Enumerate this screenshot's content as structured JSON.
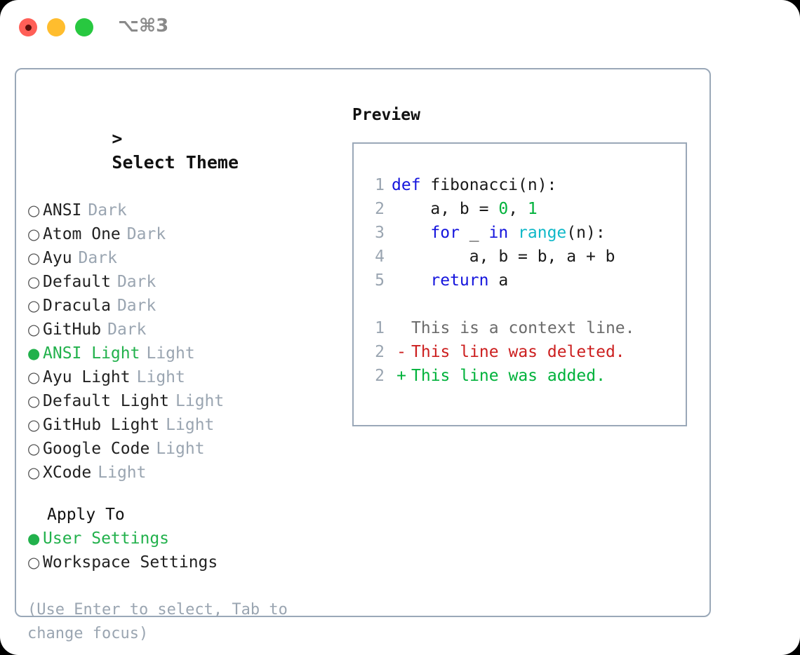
{
  "titlebar": {
    "shortcut": "⌥⌘3",
    "buttons": [
      {
        "name": "close",
        "color": "#ff5f57"
      },
      {
        "name": "minimize",
        "color": "#ffbd2e"
      },
      {
        "name": "maximize",
        "color": "#28c840"
      }
    ]
  },
  "theme_selector": {
    "heading_caret": ">",
    "heading": "Select Theme",
    "items": [
      {
        "bullet": "○",
        "label": "ANSI",
        "tag": "Dark",
        "selected": false
      },
      {
        "bullet": "○",
        "label": "Atom One",
        "tag": "Dark",
        "selected": false
      },
      {
        "bullet": "○",
        "label": "Ayu",
        "tag": "Dark",
        "selected": false
      },
      {
        "bullet": "○",
        "label": "Default",
        "tag": "Dark",
        "selected": false
      },
      {
        "bullet": "○",
        "label": "Dracula",
        "tag": "Dark",
        "selected": false
      },
      {
        "bullet": "○",
        "label": "GitHub",
        "tag": "Dark",
        "selected": false
      },
      {
        "bullet": "●",
        "label": "ANSI Light",
        "tag": "Light",
        "selected": true
      },
      {
        "bullet": "○",
        "label": "Ayu Light",
        "tag": "Light",
        "selected": false
      },
      {
        "bullet": "○",
        "label": "Default Light",
        "tag": "Light",
        "selected": false
      },
      {
        "bullet": "○",
        "label": "GitHub Light",
        "tag": "Light",
        "selected": false
      },
      {
        "bullet": "○",
        "label": "Google Code",
        "tag": "Light",
        "selected": false
      },
      {
        "bullet": "○",
        "label": "XCode",
        "tag": "Light",
        "selected": false
      }
    ]
  },
  "apply_to": {
    "heading": "Apply To",
    "items": [
      {
        "bullet": "●",
        "label": "User Settings",
        "selected": true
      },
      {
        "bullet": "○",
        "label": "Workspace Settings",
        "selected": false
      }
    ]
  },
  "hint": "(Use Enter to select, Tab to change focus)",
  "preview": {
    "title": "Preview",
    "code_lines": [
      {
        "num": "1",
        "tokens": [
          {
            "t": "def",
            "c": "kw"
          },
          {
            "t": " fibonacci(n):",
            "c": "id"
          }
        ]
      },
      {
        "num": "2",
        "tokens": [
          {
            "t": "    a, b = ",
            "c": "id"
          },
          {
            "t": "0",
            "c": "num"
          },
          {
            "t": ", ",
            "c": "id"
          },
          {
            "t": "1",
            "c": "num"
          }
        ]
      },
      {
        "num": "3",
        "tokens": [
          {
            "t": "    ",
            "c": "id"
          },
          {
            "t": "for",
            "c": "kw"
          },
          {
            "t": " _ ",
            "c": "id"
          },
          {
            "t": "in",
            "c": "kw"
          },
          {
            "t": " ",
            "c": "id"
          },
          {
            "t": "range",
            "c": "fn"
          },
          {
            "t": "(n):",
            "c": "id"
          }
        ]
      },
      {
        "num": "4",
        "tokens": [
          {
            "t": "        a, b = b, a + b",
            "c": "id"
          }
        ]
      },
      {
        "num": "5",
        "tokens": [
          {
            "t": "    ",
            "c": "id"
          },
          {
            "t": "return",
            "c": "kw"
          },
          {
            "t": " a",
            "c": "id"
          }
        ]
      }
    ],
    "diff_lines": [
      {
        "num": "1",
        "sign": " ",
        "text": "This is a context line.",
        "kind": "d-ctx"
      },
      {
        "num": "2",
        "sign": "-",
        "text": "This line was deleted.",
        "kind": "d-del"
      },
      {
        "num": "2",
        "sign": "+",
        "text": "This line was added.",
        "kind": "d-add"
      }
    ]
  },
  "colors": {
    "accent_green": "#22b14c",
    "muted": "#9aa5b1",
    "border": "#9aa8b8",
    "keyword": "#1414dd",
    "function": "#0fb8c8",
    "number": "#00b23b",
    "diff_delete": "#cc1f1f",
    "diff_add": "#00b23b"
  }
}
